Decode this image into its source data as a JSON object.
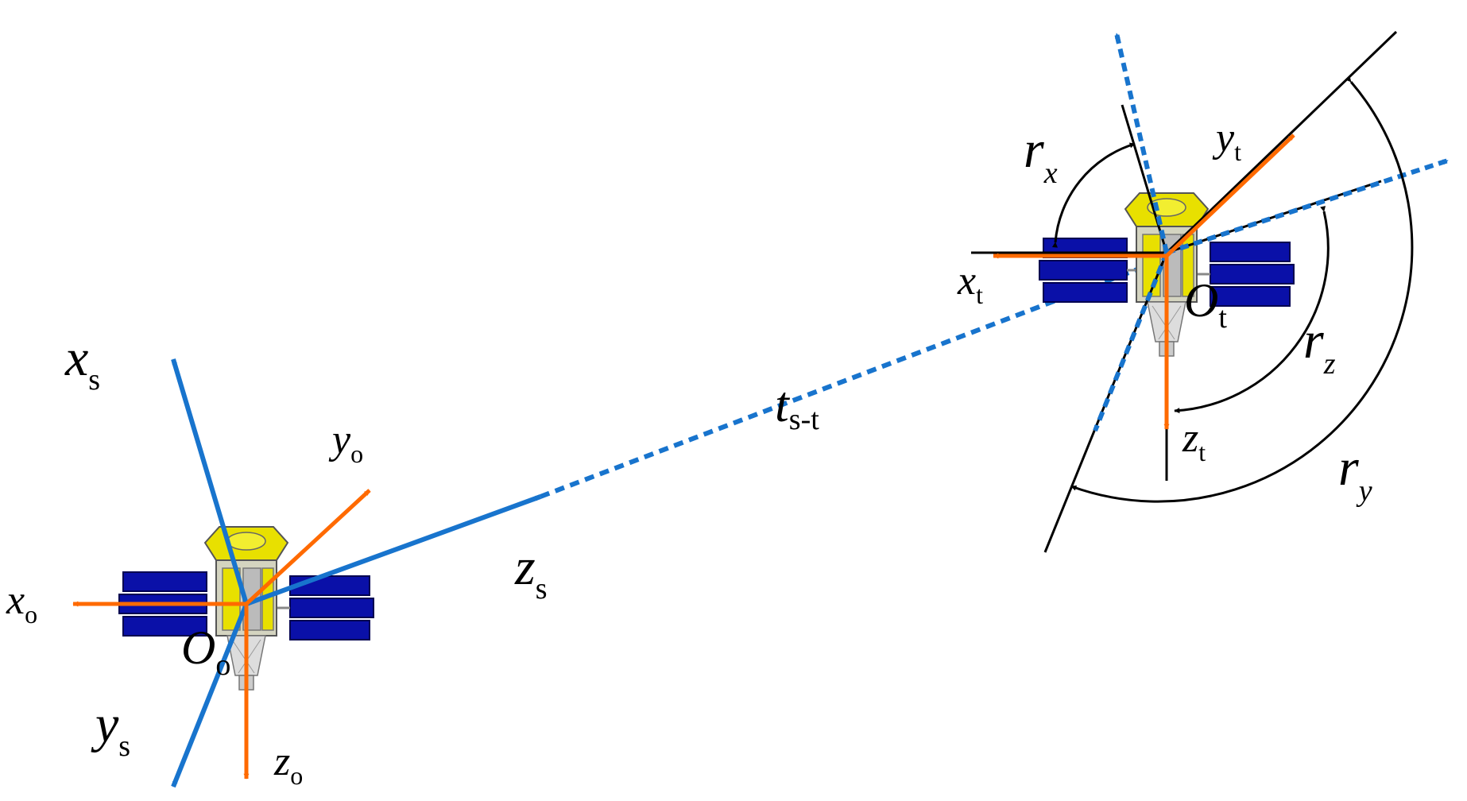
{
  "colors": {
    "blue_axis": "#1874cd",
    "orange_axis": "#ff6a00",
    "black_line": "#000000",
    "panel_blue": "#0a10a8",
    "body_yellow": "#e8e000",
    "body_gray": "#c8c8c8"
  },
  "labels": {
    "xs": {
      "main": "x",
      "sub": "s"
    },
    "ys": {
      "main": "y",
      "sub": "s"
    },
    "zs": {
      "main": "z",
      "sub": "s"
    },
    "xo": {
      "main": "x",
      "sub": "o"
    },
    "yo": {
      "main": "y",
      "sub": "o"
    },
    "zo": {
      "main": "z",
      "sub": "o"
    },
    "Oo": {
      "main": "O",
      "sub": "o"
    },
    "tst": {
      "main": "t",
      "sub": "s-t"
    },
    "xt": {
      "main": "x",
      "sub": "t"
    },
    "yt": {
      "main": "y",
      "sub": "t"
    },
    "zt": {
      "main": "z",
      "sub": "t"
    },
    "Ot": {
      "main": "O",
      "sub": "t"
    },
    "rx": {
      "main": "r",
      "sub": "x"
    },
    "ry": {
      "main": "r",
      "sub": "y"
    },
    "rz": {
      "main": "r",
      "sub": "z"
    }
  }
}
